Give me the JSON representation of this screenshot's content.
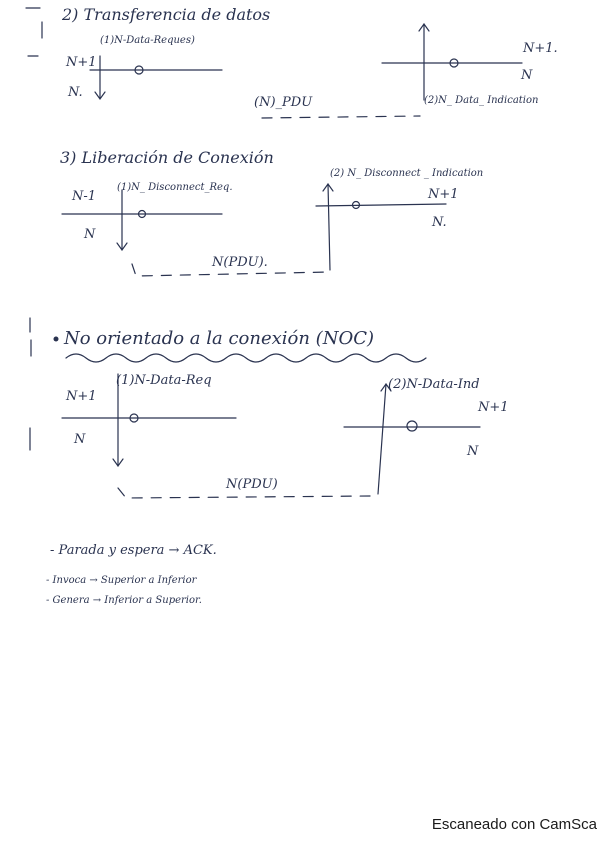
{
  "section2": {
    "title": "2) Transferencia de datos",
    "left": {
      "primitive": "(1)N-Data-Reques)",
      "upper": "N+1",
      "lower": "N."
    },
    "pdu": "(N)_PDU",
    "right": {
      "primitive": "(2)N_ Data_ Indication",
      "upper": "N+1.",
      "lower": "N"
    }
  },
  "section3": {
    "title": "3) Liberación de Conexión",
    "left": {
      "primitive": "(1)N_ Disconnect_Req.",
      "upper": "N-1",
      "lower": "N"
    },
    "pdu": "N(PDU).",
    "right": {
      "primitive": "(2) N_ Disconnect _ Indication",
      "upper": "N+1",
      "lower": "N."
    }
  },
  "noc": {
    "title": "No orientado a la conexión (NOC)",
    "left": {
      "primitive": "(1)N-Data-Req",
      "upper": "N+1",
      "lower": "N"
    },
    "pdu": "N(PDU)",
    "right": {
      "primitive": "(2)N-Data-Ind",
      "upper": "N+1",
      "lower": "N"
    }
  },
  "notes": [
    "- Parada y espera → ACK.",
    "- Invoca → Superior a Inferior",
    "- Genera → Inferior a Superior."
  ],
  "footer": "Escaneado con CamSca"
}
